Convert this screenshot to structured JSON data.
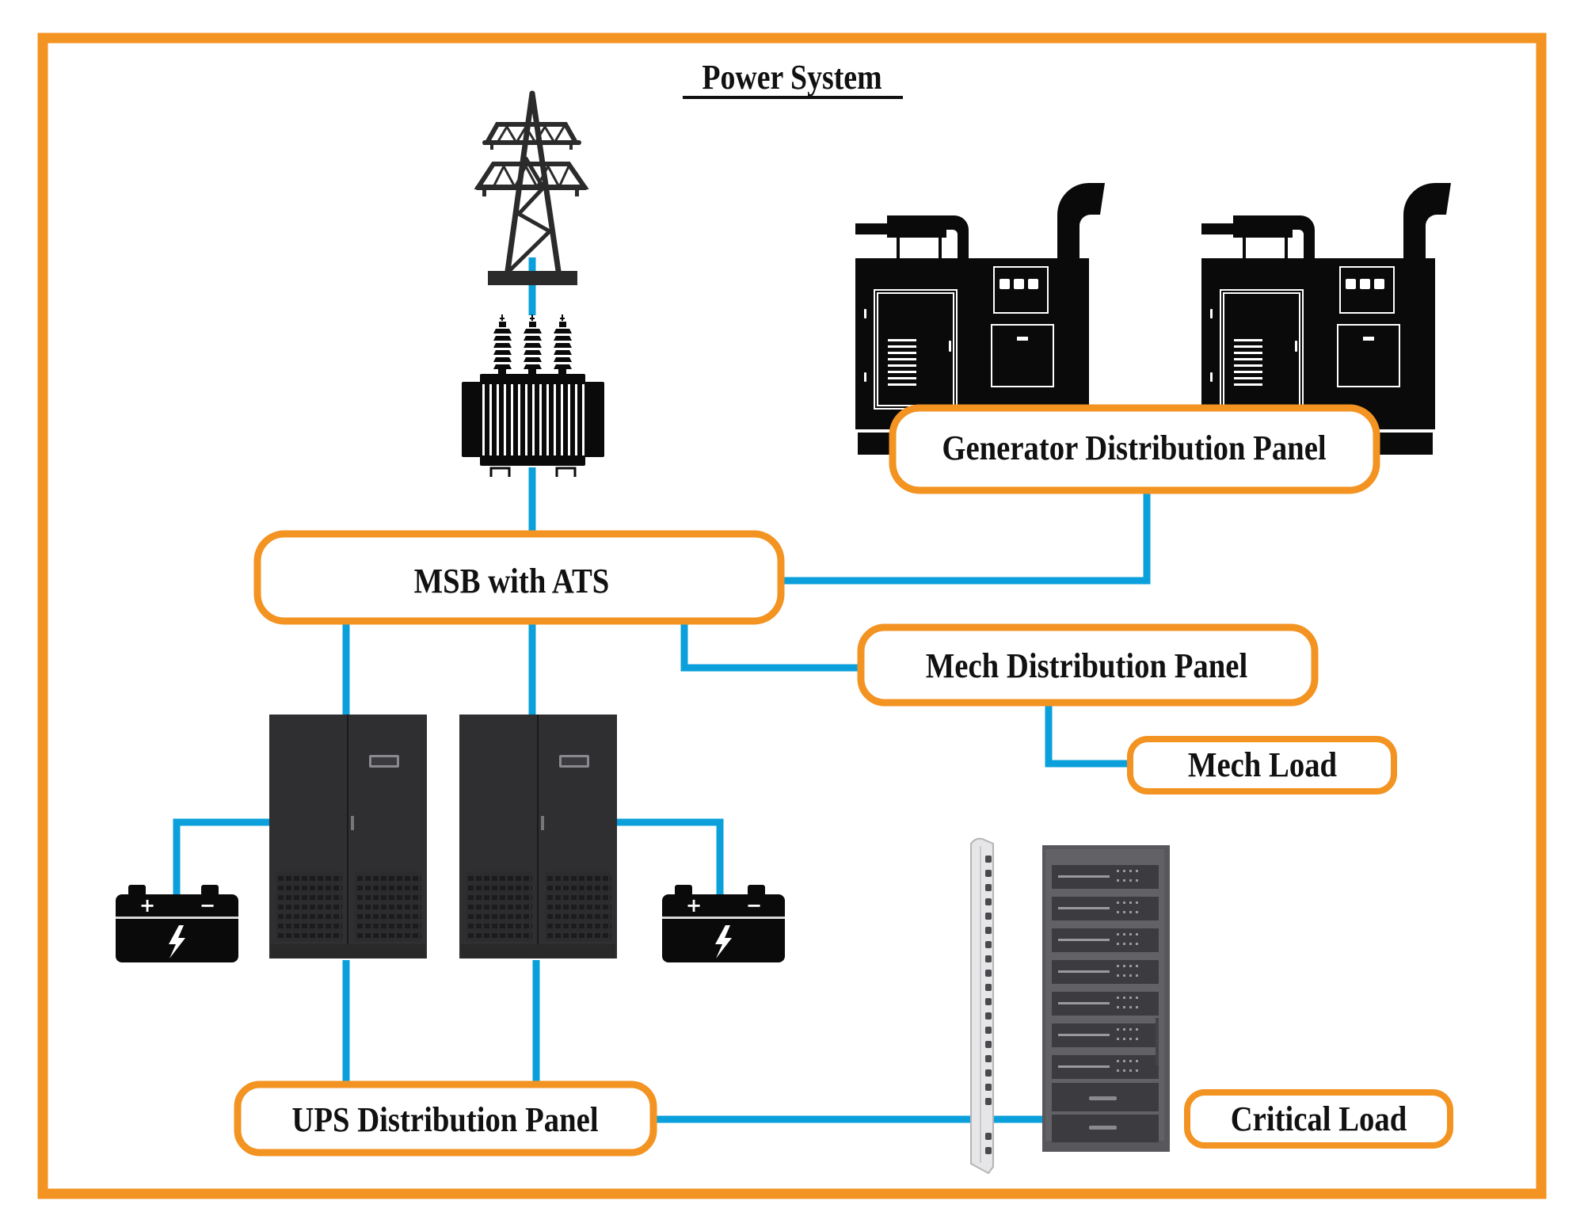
{
  "title": "Power System",
  "colors": {
    "frame": "#F39322",
    "box_border": "#F39322",
    "connector": "#0BA0DB",
    "icon": "#111111",
    "cabinet": "#2f2f31",
    "rack": "#58585c"
  },
  "nodes": {
    "utility_tower": {
      "icon": "transmission-tower-icon"
    },
    "transformer": {
      "icon": "transformer-icon"
    },
    "generator_1": {
      "icon": "generator-icon"
    },
    "generator_2": {
      "icon": "generator-icon"
    },
    "gen_panel": {
      "label": "Generator Distribution Panel"
    },
    "msb": {
      "label": "MSB with ATS"
    },
    "mech_panel": {
      "label": "Mech Distribution Panel"
    },
    "mech_load": {
      "label": "Mech Load"
    },
    "ups_1": {
      "icon": "ups-cabinet-icon"
    },
    "ups_2": {
      "icon": "ups-cabinet-icon"
    },
    "battery_1": {
      "icon": "battery-icon",
      "terminals": [
        "+",
        "−"
      ]
    },
    "battery_2": {
      "icon": "battery-icon",
      "terminals": [
        "+",
        "−"
      ]
    },
    "ups_panel": {
      "label": "UPS Distribution Panel"
    },
    "pdu": {
      "icon": "pdu-strip-icon"
    },
    "server_rack": {
      "icon": "server-rack-icon"
    },
    "critical_load": {
      "label": "Critical Load"
    }
  },
  "connections": [
    [
      "utility_tower",
      "transformer"
    ],
    [
      "transformer",
      "msb"
    ],
    [
      "generator_1",
      "gen_panel"
    ],
    [
      "generator_2",
      "gen_panel"
    ],
    [
      "gen_panel",
      "msb"
    ],
    [
      "msb",
      "mech_panel"
    ],
    [
      "mech_panel",
      "mech_load"
    ],
    [
      "msb",
      "ups_1"
    ],
    [
      "msb",
      "ups_2"
    ],
    [
      "ups_1",
      "battery_1"
    ],
    [
      "ups_2",
      "battery_2"
    ],
    [
      "ups_1",
      "ups_panel"
    ],
    [
      "ups_2",
      "ups_panel"
    ],
    [
      "ups_panel",
      "pdu"
    ],
    [
      "pdu",
      "server_rack"
    ]
  ]
}
